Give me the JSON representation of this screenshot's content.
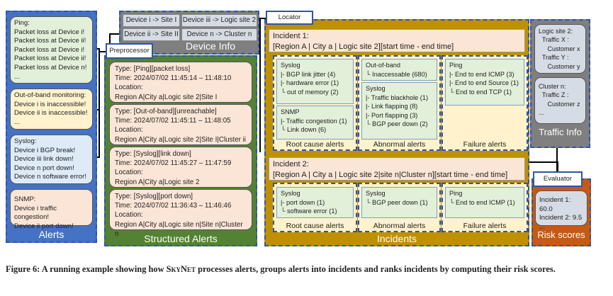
{
  "alerts": {
    "title": "Alerts",
    "ping": [
      "Ping:",
      "Packet loss at Device i!",
      "Packet loss at Device ii!",
      "Packet loss at Device i!",
      "Packet loss at Device ii!",
      "Packet loss at Device n!",
      "..."
    ],
    "oob": [
      "Out-of-band monitoring:",
      "Device i is inaccessible!",
      "Device ii is inaccessible!",
      "..."
    ],
    "syslog": [
      "Syslog:",
      "Device i BGP break!",
      "Device iii link down!",
      "Device n port down!",
      "Device n software error!"
    ],
    "snmp": [
      "SNMP:",
      "Device i traffic congestion!",
      "Device ii port down!"
    ]
  },
  "device_info": {
    "title": "Device Info",
    "items": [
      "Device i -> Site I",
      "Device iii -> Logic site 2",
      "Device ii -> Site II",
      "Device n -> Cluster n"
    ]
  },
  "preprocessor": "Preprocessor",
  "structured": {
    "title": "Structured Alerts",
    "cards": [
      [
        "Type: [Ping][packet loss]",
        "Time: 2024/07/02 11:45:14 – 11:48:10",
        "Location:",
        "Region A|City a|Logic site 2|Site I"
      ],
      [
        "Type: [Out-of-band][unreachable]",
        "Time: 2024/07/02 11:45:11 – 11:48:05",
        "Location:",
        "Region A|City a|Logic site 2|Site I|Cluster ii"
      ],
      [
        "Type: [Syslog][link down]",
        "Time: 2024/07/02 11:45:27 – 11:47:59",
        "Location:",
        "Region A|City a|Logic site 2"
      ],
      [
        "Type: [Syslog][port down]",
        "Time: 2024/07/02 11:36:43 – 11:46:46",
        "Location:",
        "Region A|City a|Logic site n|Site n|Cluster n"
      ]
    ]
  },
  "locator": "Locator",
  "incidents": {
    "title": "Incidents",
    "col_titles": [
      "Root cause alerts",
      "Abnormal alerts",
      "Failure alerts"
    ],
    "i1": {
      "head": [
        "Incident 1:",
        "[Region A | City a | Logic site 2][start time - end time]"
      ],
      "root": [
        [
          "Syslog",
          "|- BGP link jitter (4)",
          "|- hardware error (1)",
          "└ out of memory (2)"
        ],
        [
          "SNMP",
          "|- Traffic congestion (1)",
          "└ Link down (6)"
        ]
      ],
      "abn": [
        [
          "Out-of-band",
          "└ Inaccessable (680)"
        ],
        [
          "Syslog",
          "|- Traffic blackhole (1)",
          "|- Link flapping (8)",
          "|- Port flapping (3)",
          "└ BGP peer down (2)"
        ]
      ],
      "fail": [
        [
          "Ping",
          "|- End to end ICMP (3)",
          "|- End to end Source (1)",
          "└ End to end TCP (1)"
        ]
      ]
    },
    "i2": {
      "head": [
        "Incident 2:",
        "[Region A | City a | Logic site 2|site n|Cluster n][start time - end time]"
      ],
      "root": [
        [
          "Syslog",
          "|- port down (1)",
          "└ software error (1)"
        ]
      ],
      "abn": [
        [
          "Syslog",
          "└ BGP peer down (1)"
        ]
      ],
      "fail": [
        [
          "Ping",
          "└ End to end ICMP (1)"
        ]
      ]
    }
  },
  "traffic_info": {
    "title": "Traffic Info",
    "boxes": [
      [
        "Logic site 2:",
        "  Traffic X :",
        "     Customer x",
        "  Traffic Y :",
        "     Customer y"
      ],
      [
        "Cluster n:",
        "  Traffic Z :",
        "     Customer z",
        "..."
      ]
    ]
  },
  "evaluator": "Evaluator",
  "risk": {
    "title": "Risk scores",
    "lines": [
      "Incident 1: 60.0",
      "Incident 2: 9.5",
      "..."
    ]
  },
  "caption": {
    "prefix": "Figure 6: A running example showing how ",
    "name": "SkyNet",
    "suffix": " processes alerts, groups alerts into incidents and ranks incidents by computing their risk scores."
  },
  "colors": {
    "alerts": "#4472c4",
    "structured": "#548235",
    "incidents": "#bf9000",
    "info": "#7f7f7f",
    "risk": "#c55a11",
    "border": "#2e55a8"
  }
}
